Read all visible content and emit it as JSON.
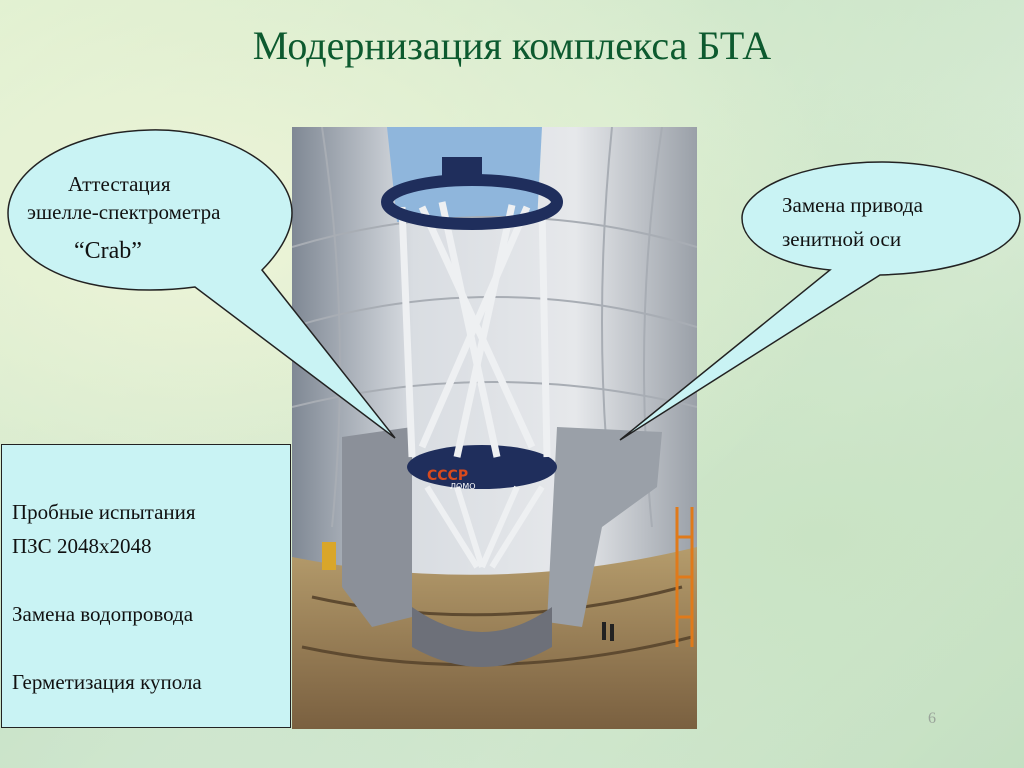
{
  "slide": {
    "title": "Модернизация комплекса БТА",
    "page_number": "6"
  },
  "callouts": {
    "left": {
      "line1": "Аттестация",
      "line2": "эшелле-спектрометра",
      "line3": "“Crab”"
    },
    "right": {
      "line1": "Замена привода",
      "line2": "зенитной оси"
    }
  },
  "info_box": {
    "items": [
      "Пробные испытания",
      "ПЗС 2048х2048",
      "Замена водопровода",
      "Герметизация купола"
    ]
  },
  "photo": {
    "label_ussr": "СССР",
    "label_lomo": "ЛОМО"
  },
  "colors": {
    "title": "#0d5a2f",
    "bubble_fill": "#c9f3f4",
    "box_fill": "#c9f3f4"
  }
}
